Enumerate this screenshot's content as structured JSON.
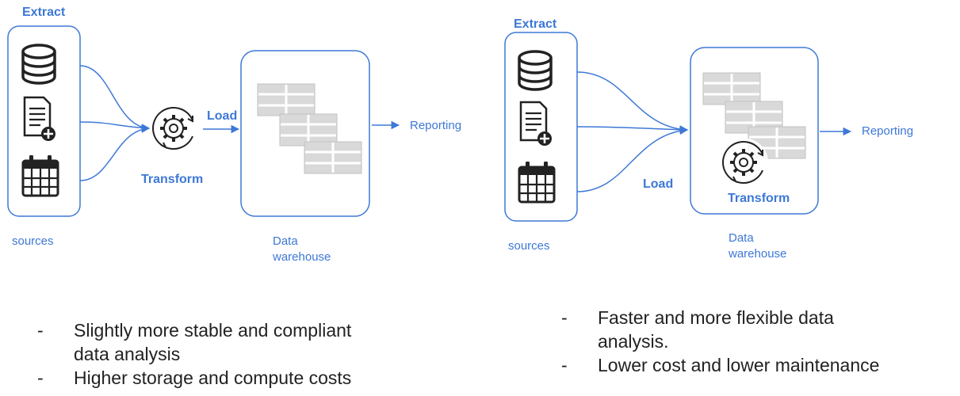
{
  "left": {
    "extract": "Extract",
    "sources": "sources",
    "transform": "Transform",
    "load": "Load",
    "warehouse_line1": "Data",
    "warehouse_line2": "warehouse",
    "reporting": "Reporting",
    "bullets": [
      {
        "dash": "-",
        "line1": "Slightly more stable and compliant",
        "line2": "data analysis"
      },
      {
        "dash": "-",
        "line1": "Higher storage and compute costs",
        "line2": ""
      }
    ]
  },
  "right": {
    "extract": "Extract",
    "sources": "sources",
    "transform": "Transform",
    "load": "Load",
    "warehouse_line1": "Data",
    "warehouse_line2": "warehouse",
    "reporting": "Reporting",
    "bullets": [
      {
        "dash": "-",
        "line1": "Faster and more flexible data",
        "line2": "analysis."
      },
      {
        "dash": "-",
        "line1": "Lower cost and lower maintenance",
        "line2": ""
      }
    ]
  },
  "colors": {
    "accent": "#3d78d6",
    "table_fill": "#d9d9d9",
    "table_stroke": "#c2c2c2",
    "icon": "#222222"
  },
  "icons": [
    "database-icon",
    "document-add-icon",
    "calendar-icon",
    "gear-cycle-icon",
    "table-icon",
    "arrow-icon"
  ]
}
